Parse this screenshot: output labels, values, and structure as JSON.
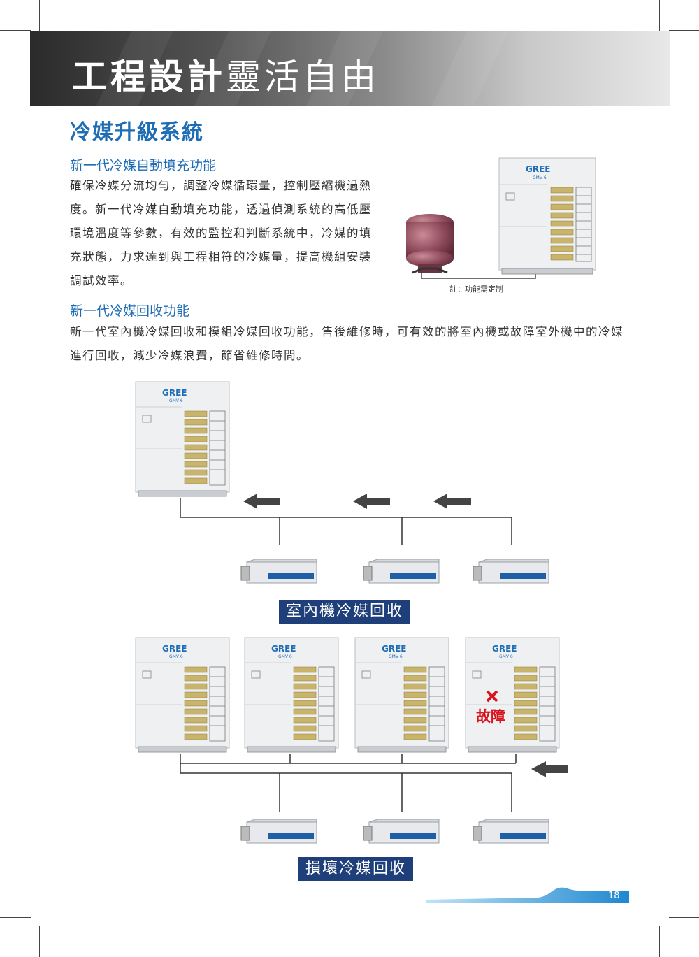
{
  "header": {
    "title_bold": "工程設計",
    "title_light": "靈活自由"
  },
  "section_title": "冷媒升級系統",
  "feature1": {
    "heading": "新一代冷媒自動填充功能",
    "lines": [
      "確保冷媒分流均勻，調整冷媒循環量，控制壓縮機過熱",
      "度。新一代冷媒自動填充功能，透過偵測系統的高低壓",
      "環境溫度等參數，有效的監控和判斷系統中，冷媒的填",
      "充狀態，力求達到與工程相符的冷媒量，提高機組安裝",
      "調試效率。"
    ],
    "note": "註：功能需定制"
  },
  "feature2": {
    "heading": "新一代冷媒回收功能",
    "lines": [
      "新一代室內機冷媒回收和模組冷媒回收功能，售後維修時，可有效的將室內機或故障室外機中的冷媒",
      "進行回收，減少冷媒浪費，節省維修時間。"
    ]
  },
  "brand": {
    "logo": "GREE",
    "model": "GMV 6"
  },
  "diagram1": {
    "label": "室內機冷媒回收"
  },
  "diagram2": {
    "label": "損壞冷媒回收",
    "fault_label": "故障"
  },
  "page_number": "18",
  "colors": {
    "accent": "#1e6db5",
    "label_bg": "#1f3f7a",
    "fault": "#d8141e",
    "arrow": "#444444"
  }
}
